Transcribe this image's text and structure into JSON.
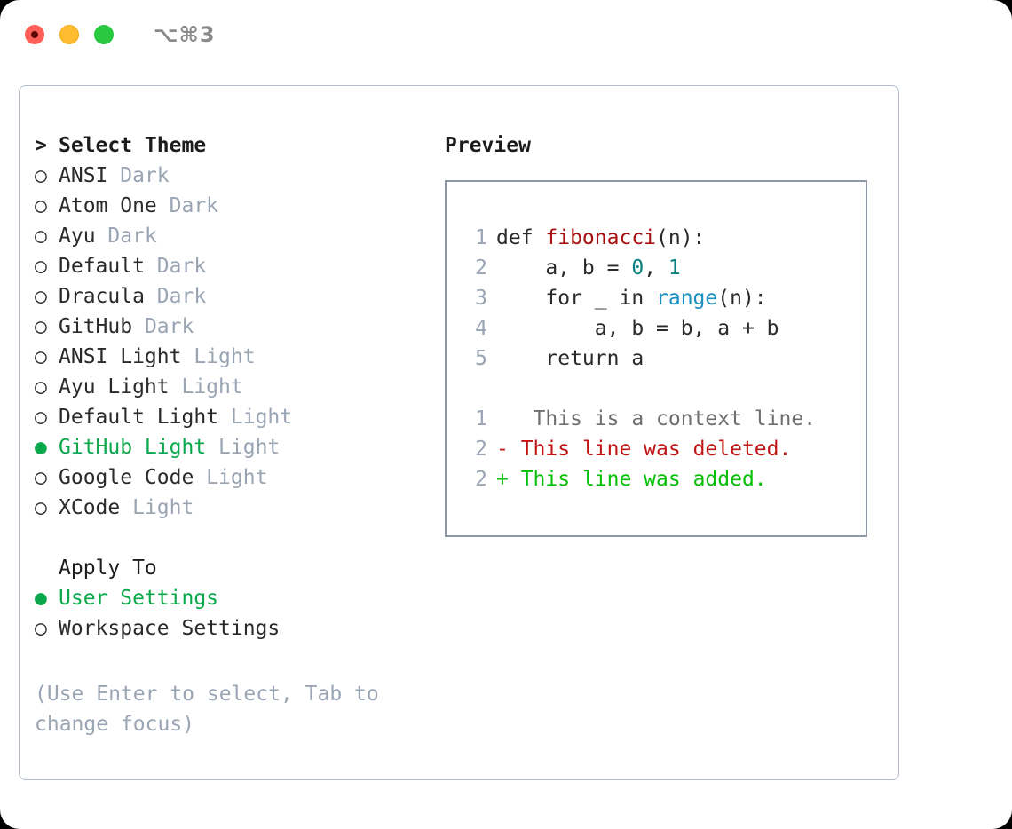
{
  "titlebar": {
    "shortcut": "⌥⌘3",
    "lights": [
      {
        "name": "close",
        "color": "#ff5f57"
      },
      {
        "name": "minimize",
        "color": "#febc2e"
      },
      {
        "name": "maximize",
        "color": "#28c840"
      }
    ]
  },
  "colors": {
    "selected_green": "#0aa84a",
    "tag_gray": "#9aa5b4",
    "panel_border": "#b2bdc9",
    "preview_border": "#8c97a8",
    "diff_added": "#06bf06",
    "diff_deleted": "#c01414",
    "diff_context": "#6e6e6e",
    "token_function": "#a81010",
    "token_number": "#0a7f7f",
    "token_call": "#1a8fc0"
  },
  "theme_list": {
    "marker": ">",
    "header": "Select Theme",
    "bullet_unselected": "○",
    "bullet_selected": "●",
    "items": [
      {
        "label": "ANSI",
        "tag": "Dark",
        "selected": false
      },
      {
        "label": "Atom One",
        "tag": "Dark",
        "selected": false
      },
      {
        "label": "Ayu",
        "tag": "Dark",
        "selected": false
      },
      {
        "label": "Default",
        "tag": "Dark",
        "selected": false
      },
      {
        "label": "Dracula",
        "tag": "Dark",
        "selected": false
      },
      {
        "label": "GitHub",
        "tag": "Dark",
        "selected": false
      },
      {
        "label": "ANSI Light",
        "tag": "Light",
        "selected": false
      },
      {
        "label": "Ayu Light",
        "tag": "Light",
        "selected": false
      },
      {
        "label": "Default Light",
        "tag": "Light",
        "selected": false
      },
      {
        "label": "GitHub Light",
        "tag": "Light",
        "selected": true
      },
      {
        "label": "Google Code",
        "tag": "Light",
        "selected": false
      },
      {
        "label": "XCode",
        "tag": "Light",
        "selected": false
      }
    ]
  },
  "apply_to": {
    "header": "Apply To",
    "items": [
      {
        "label": "User Settings",
        "selected": true
      },
      {
        "label": "Workspace Settings",
        "selected": false
      }
    ]
  },
  "hint": "(Use Enter to select, Tab to change focus)",
  "preview": {
    "title": "Preview",
    "code_lines": [
      {
        "number": "1",
        "tokens": [
          {
            "text": "def ",
            "type": "plain"
          },
          {
            "text": "fibonacci",
            "type": "function"
          },
          {
            "text": "(n):",
            "type": "plain"
          }
        ]
      },
      {
        "number": "2",
        "tokens": [
          {
            "text": "    a, b = ",
            "type": "plain"
          },
          {
            "text": "0",
            "type": "number"
          },
          {
            "text": ", ",
            "type": "plain"
          },
          {
            "text": "1",
            "type": "number"
          }
        ]
      },
      {
        "number": "3",
        "tokens": [
          {
            "text": "    for _ in ",
            "type": "plain"
          },
          {
            "text": "range",
            "type": "call"
          },
          {
            "text": "(n):",
            "type": "plain"
          }
        ]
      },
      {
        "number": "4",
        "tokens": [
          {
            "text": "        a, b = b, a + b",
            "type": "plain"
          }
        ]
      },
      {
        "number": "5",
        "tokens": [
          {
            "text": "    return a",
            "type": "plain"
          }
        ]
      }
    ],
    "diff_lines": [
      {
        "number": "1",
        "marker": " ",
        "text": "  This is a context line.",
        "type": "context"
      },
      {
        "number": "2",
        "marker": "-",
        "text": " This line was deleted.",
        "type": "deleted"
      },
      {
        "number": "2",
        "marker": "+",
        "text": " This line was added.",
        "type": "added"
      }
    ]
  }
}
